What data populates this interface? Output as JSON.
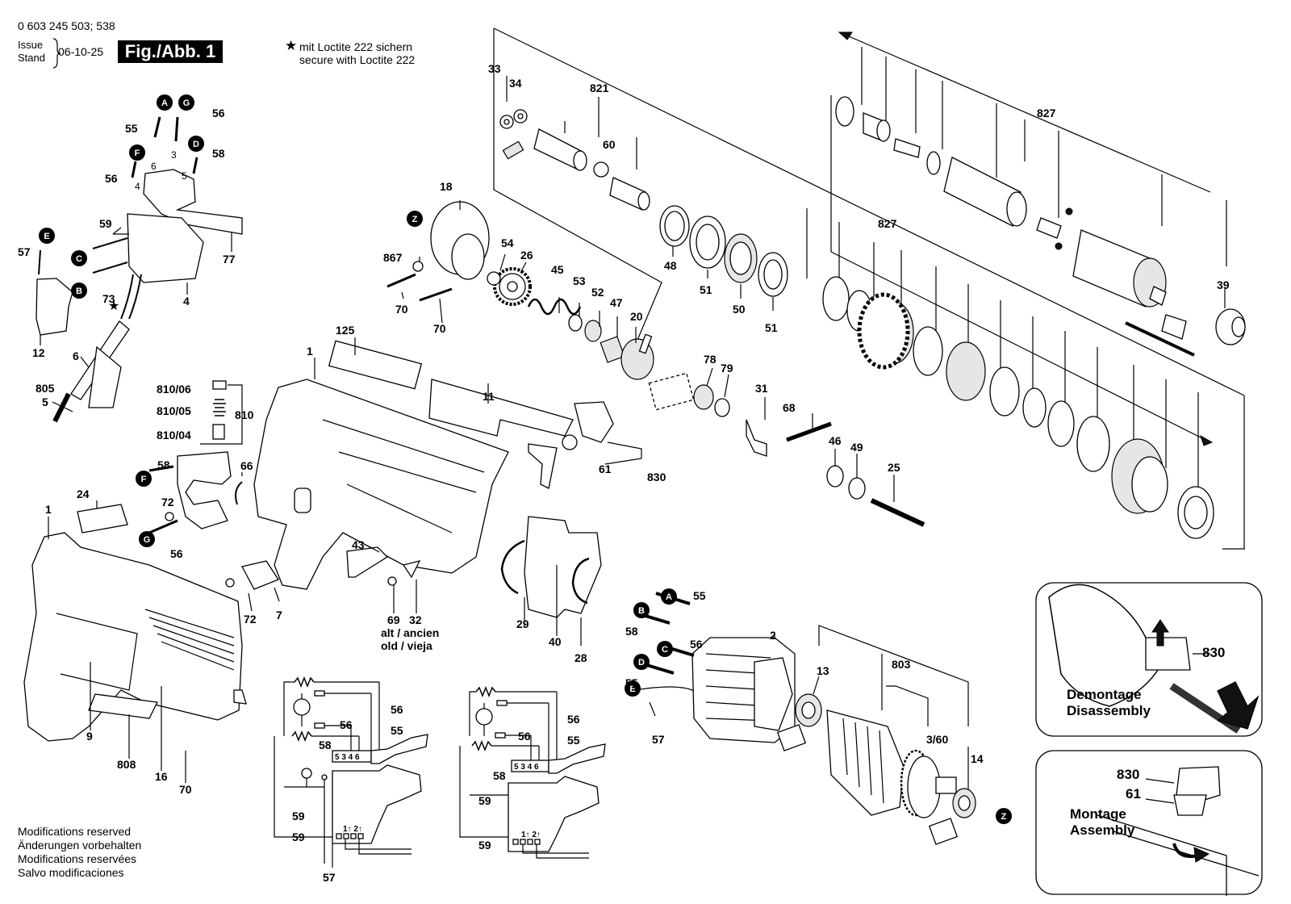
{
  "header": {
    "part_number": "0 603 245 503; 538",
    "issue_label": "Issue",
    "stand_label": "Stand",
    "date": "06-10-25",
    "figure": "Fig./Abb. 1",
    "loctite_de": "mit Loctite 222 sichern",
    "loctite_en": "secure with Loctite 222"
  },
  "footer": {
    "line_en": "Modifications reserved",
    "line_de": "Änderungen vorbehalten",
    "line_fr": "Modifications reservées",
    "line_es": "Salvo modificaciones"
  },
  "labels": {
    "old_line1": "alt / ancien",
    "old_line2": "old / vieja"
  },
  "insets": {
    "disassembly_de": "Demontage",
    "disassembly_en": "Disassembly",
    "assembly_de": "Montage",
    "assembly_en": "Assembly",
    "part_830": "830",
    "part_61": "61"
  },
  "part_numbers": {
    "p33": "33",
    "p34": "34",
    "p821": "821",
    "p60": "60",
    "p827a": "827",
    "p827b": "827",
    "p18": "18",
    "p54": "54",
    "p26": "26",
    "p867": "867",
    "p70a": "70",
    "p70b": "70",
    "p45": "45",
    "p53": "53",
    "p52": "52",
    "p47": "47",
    "p20": "20",
    "p48": "48",
    "p51a": "51",
    "p50": "50",
    "p51b": "51",
    "p39": "39",
    "p125": "125",
    "p1a": "1",
    "p11": "11",
    "p78": "78",
    "p79": "79",
    "p31": "31",
    "p68": "68",
    "p46": "46",
    "p49": "49",
    "p25": "25",
    "p61": "61",
    "p830": "830",
    "p55a": "55",
    "p56a": "56",
    "p56b": "56",
    "p58a": "58",
    "p3": "3",
    "p5": "5",
    "p6": "6",
    "p4a": "4",
    "p59": "59",
    "p57a": "57",
    "p77": "77",
    "p73": "73",
    "p4b": "4",
    "p12": "12",
    "p6b": "6",
    "p805": "805",
    "p5b": "5",
    "p810_06": "810/06",
    "p810_05": "810/05",
    "p810_04": "810/04",
    "p810": "810",
    "p58b": "58",
    "p66": "66",
    "p72a": "72",
    "p56c": "56",
    "p24": "24",
    "p1b": "1",
    "p9": "9",
    "p808": "808",
    "p16": "16",
    "p70c": "70",
    "p43": "43",
    "p69": "69",
    "p32": "32",
    "p72b": "72",
    "p7": "7",
    "p29": "29",
    "p40": "40",
    "p28": "28",
    "p55b": "55",
    "p58c": "58",
    "p56d": "56",
    "p55c": "55",
    "p57b": "57",
    "p2": "2",
    "p13": "13",
    "p803": "803",
    "p360": "3/60",
    "p14": "14",
    "w56a": "56",
    "w56b": "56",
    "w55a": "55",
    "w58a": "58",
    "w59a": "59",
    "w59b": "59",
    "w57": "57",
    "w56c": "56",
    "w56d": "56",
    "w55b": "55",
    "w58b": "58",
    "w59c": "59",
    "w59d": "59",
    "term_a": "5 3 4 6",
    "term_b": "5 3 4 6",
    "sw_a": "1↑ 2↑",
    "sw_b": "1↑ 2↑"
  },
  "bubbles": [
    "A",
    "G",
    "F",
    "D",
    "E",
    "C",
    "B",
    "Z",
    "A",
    "B",
    "C",
    "D",
    "E",
    "Z",
    "F",
    "G"
  ]
}
